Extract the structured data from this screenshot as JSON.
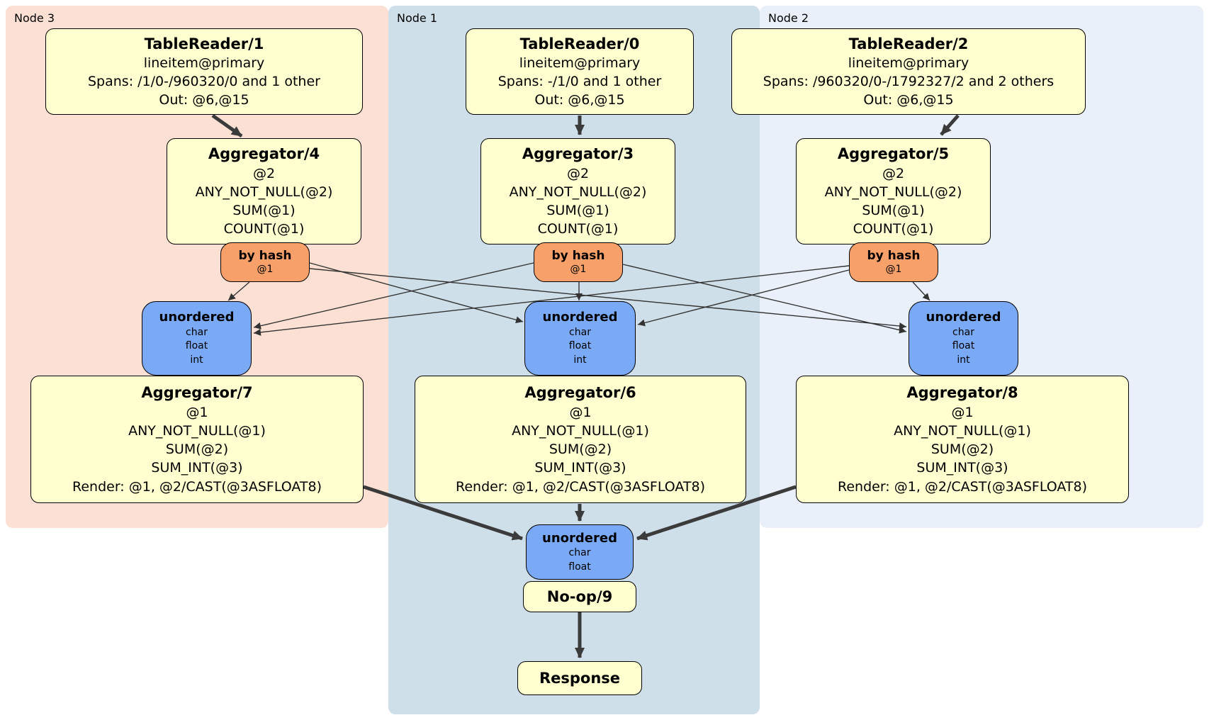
{
  "nodes": {
    "node3": {
      "label": "Node 3"
    },
    "node1": {
      "label": "Node 1"
    },
    "node2": {
      "label": "Node 2"
    }
  },
  "processors": {
    "tablereader1": {
      "title": "TableReader/1",
      "lines": [
        "lineitem@primary",
        "Spans: /1/0-/960320/0 and 1 other",
        "Out: @6,@15"
      ]
    },
    "tablereader0": {
      "title": "TableReader/0",
      "lines": [
        "lineitem@primary",
        "Spans: -/1/0 and 1 other",
        "Out: @6,@15"
      ]
    },
    "tablereader2": {
      "title": "TableReader/2",
      "lines": [
        "lineitem@primary",
        "Spans: /960320/0-/1792327/2 and 2 others",
        "Out: @6,@15"
      ]
    },
    "aggregator4": {
      "title": "Aggregator/4",
      "lines": [
        "@2",
        "ANY_NOT_NULL(@2)",
        "SUM(@1)",
        "COUNT(@1)"
      ]
    },
    "aggregator3": {
      "title": "Aggregator/3",
      "lines": [
        "@2",
        "ANY_NOT_NULL(@2)",
        "SUM(@1)",
        "COUNT(@1)"
      ]
    },
    "aggregator5": {
      "title": "Aggregator/5",
      "lines": [
        "@2",
        "ANY_NOT_NULL(@2)",
        "SUM(@1)",
        "COUNT(@1)"
      ]
    },
    "aggregator7": {
      "title": "Aggregator/7",
      "lines": [
        "@1",
        "ANY_NOT_NULL(@1)",
        "SUM(@2)",
        "SUM_INT(@3)",
        "Render: @1, @2/CAST(@3ASFLOAT8)"
      ]
    },
    "aggregator6": {
      "title": "Aggregator/6",
      "lines": [
        "@1",
        "ANY_NOT_NULL(@1)",
        "SUM(@2)",
        "SUM_INT(@3)",
        "Render: @1, @2/CAST(@3ASFLOAT8)"
      ]
    },
    "aggregator8": {
      "title": "Aggregator/8",
      "lines": [
        "@1",
        "ANY_NOT_NULL(@1)",
        "SUM(@2)",
        "SUM_INT(@3)",
        "Render: @1, @2/CAST(@3ASFLOAT8)"
      ]
    },
    "noop9": {
      "title": "No-op/9"
    },
    "response": {
      "title": "Response"
    }
  },
  "routers": {
    "left": {
      "title": "by hash",
      "lines": [
        "@1"
      ]
    },
    "center": {
      "title": "by hash",
      "lines": [
        "@1"
      ]
    },
    "right": {
      "title": "by hash",
      "lines": [
        "@1"
      ]
    }
  },
  "syncs": {
    "left": {
      "title": "unordered",
      "lines": [
        "char",
        "float",
        "int"
      ]
    },
    "center": {
      "title": "unordered",
      "lines": [
        "char",
        "float",
        "int"
      ]
    },
    "right": {
      "title": "unordered",
      "lines": [
        "char",
        "float",
        "int"
      ]
    },
    "final": {
      "title": "unordered",
      "lines": [
        "char",
        "float"
      ]
    }
  },
  "colors": {
    "node3_bg": "#fbe0d3",
    "node1_bg": "#cfdfe9",
    "node2_bg": "#eaf0fa",
    "processor_bg": "#ffffcf",
    "router_bg": "#f7a069",
    "sync_bg": "#7aa9f5",
    "edge": "#3b3b3b",
    "border": "#000000"
  }
}
